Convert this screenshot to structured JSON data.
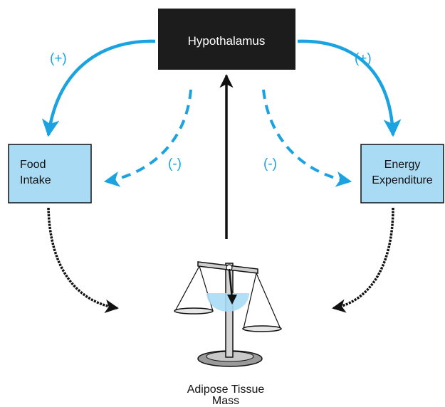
{
  "nodes": {
    "hypothalamus": "Hypothalamus",
    "food_intake": [
      "Food",
      "Intake"
    ],
    "energy_expenditure": [
      "Energy",
      "Expenditure"
    ],
    "adipose_tissue_mass": [
      "Adipose Tissue",
      "Mass"
    ]
  },
  "signals": {
    "to_food_intake_positive": "(+)",
    "to_energy_expenditure_positive": "(+)",
    "to_food_intake_negative": "(-)",
    "to_energy_expenditure_negative": "(-)"
  },
  "colors": {
    "arrow_blue": "#1aa3e0",
    "box_fill": "#a9dcf4",
    "hypothalamus_fill": "#1c1c1c",
    "line_dark": "#111111",
    "scale_bowl": "#a9dcf4"
  },
  "icons": {
    "scale": "balance-scale-icon"
  }
}
